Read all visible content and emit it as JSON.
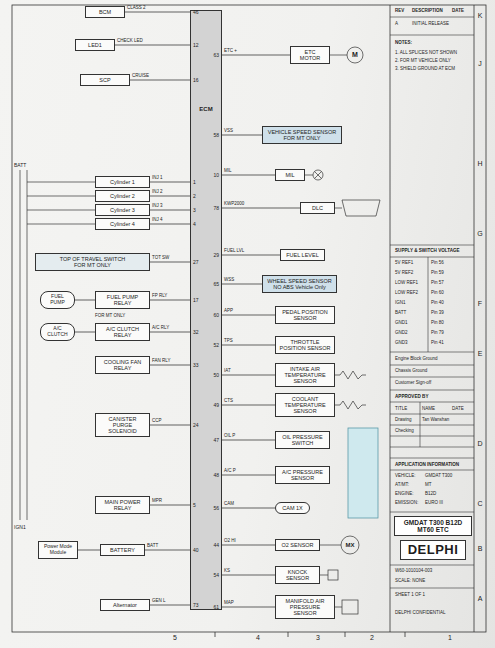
{
  "diagram": {
    "nodes": [
      {
        "text": [
          "ECM"
        ]
      },
      {
        "text": [
          "BCM"
        ]
      },
      {
        "text": [
          "LED1"
        ]
      },
      {
        "text": [
          "SCP"
        ]
      },
      {
        "text": [
          "Cylinder 1"
        ]
      },
      {
        "text": [
          "Cylinder 2"
        ]
      },
      {
        "text": [
          "Cylinder 3"
        ]
      },
      {
        "text": [
          "Cylinder 4"
        ]
      },
      {
        "text": [
          "TOP OF TRAVEL SWITCH",
          "FOR MT ONLY"
        ]
      },
      {
        "text": [
          "FUEL PUMP RELAY"
        ]
      },
      {
        "text": [
          "FUEL PUMP"
        ]
      },
      {
        "text": [
          "A/C CLUTCH RELAY"
        ]
      },
      {
        "text": [
          "A/C CLUTCH"
        ]
      },
      {
        "text": [
          "COOLING FAN RELAY"
        ]
      },
      {
        "text": [
          "CANISTER PURGE SOLENOID"
        ]
      },
      {
        "text": [
          "MAIN POWER RELAY"
        ]
      },
      {
        "text": [
          "Power Mode Module"
        ]
      },
      {
        "text": [
          "BATTERY"
        ]
      },
      {
        "text": [
          "Alternator"
        ]
      },
      {
        "text": [
          "ETC MOTOR"
        ]
      },
      {
        "text": [
          "VEHICLE SPEED SENSOR",
          "FOR MT ONLY"
        ]
      },
      {
        "text": [
          "MIL"
        ]
      },
      {
        "text": [
          "DLC"
        ]
      },
      {
        "text": [
          "FUEL LEVEL"
        ]
      },
      {
        "text": [
          "WHEEL SPEED SENSOR",
          "NO ABS Vehicle Only"
        ]
      },
      {
        "text": [
          "PEDAL POSITION SENSOR"
        ]
      },
      {
        "text": [
          "THROTTLE POSITION SENSOR"
        ]
      },
      {
        "text": [
          "INTAKE AIR TEMPERATURE SENSOR"
        ]
      },
      {
        "text": [
          "COOLANT TEMPERATURE SENSOR"
        ]
      },
      {
        "text": [
          "OIL PRESSURE SWITCH"
        ]
      },
      {
        "text": [
          "A/C PRESSURE SENSOR"
        ]
      },
      {
        "text": [
          "CAM 1X"
        ]
      },
      {
        "text": [
          "O2 SENSOR"
        ]
      },
      {
        "text": [
          "KNOCK SENSOR"
        ]
      },
      {
        "text": [
          "MANIFOLD AIR PRESSURE SENSOR"
        ]
      },
      {
        "text": [
          "GMDAT T300 B12D MT60 ETC"
        ]
      },
      {
        "text": [
          "DELPHI"
        ]
      }
    ],
    "edges": [
      {
        "from": 1,
        "to": 0,
        "label": "CLASS 2",
        "arrow": "none"
      },
      {
        "from": 2,
        "to": 0,
        "label": "CHECK LED",
        "arrow": "none"
      },
      {
        "from": 3,
        "to": 0,
        "label": "CRUISE",
        "arrow": "none"
      },
      {
        "from": 4,
        "to": 0,
        "label": "INJ 1",
        "arrow": "none"
      },
      {
        "from": 5,
        "to": 0,
        "label": "INJ 2",
        "arrow": "none"
      },
      {
        "from": 6,
        "to": 0,
        "label": "INJ 3",
        "arrow": "none"
      },
      {
        "from": 7,
        "to": 0,
        "label": "INJ 4",
        "arrow": "none"
      },
      {
        "from": 8,
        "to": 0,
        "label": "TOT SW",
        "arrow": "none"
      },
      {
        "from": 9,
        "to": 0,
        "label": "FP RLY",
        "arrow": "none"
      },
      {
        "from": 10,
        "to": 9,
        "arrow": "none"
      },
      {
        "from": 11,
        "to": 0,
        "label": "A/C RLY",
        "arrow": "none"
      },
      {
        "from": 12,
        "to": 11,
        "arrow": "none"
      },
      {
        "from": 13,
        "to": 0,
        "label": "FAN RLY",
        "arrow": "none"
      },
      {
        "from": 14,
        "to": 0,
        "label": "CCP",
        "arrow": "none"
      },
      {
        "from": 15,
        "to": 0,
        "label": "MPR",
        "arrow": "none"
      },
      {
        "from": 16,
        "to": 17,
        "arrow": "none"
      },
      {
        "from": 17,
        "to": 0,
        "label": "BATT",
        "arrow": "none"
      },
      {
        "from": 18,
        "to": 0,
        "label": "GEN L",
        "arrow": "none"
      },
      {
        "from": 19,
        "to": 0,
        "label": "ETC +",
        "arrow": "none"
      },
      {
        "from": 20,
        "to": 0,
        "label": "VSS",
        "arrow": "none"
      },
      {
        "from": 21,
        "to": 0,
        "label": "MIL",
        "arrow": "none"
      },
      {
        "from": 22,
        "to": 0,
        "label": "KWP2000",
        "arrow": "none"
      },
      {
        "from": 23,
        "to": 0,
        "label": "FUEL LVL",
        "arrow": "none"
      },
      {
        "from": 24,
        "to": 0,
        "label": "WSS",
        "arrow": "none"
      },
      {
        "from": 25,
        "to": 0,
        "label": "APP",
        "arrow": "none"
      },
      {
        "from": 26,
        "to": 0,
        "label": "TPS",
        "arrow": "none"
      },
      {
        "from": 27,
        "to": 0,
        "label": "IAT",
        "arrow": "none"
      },
      {
        "from": 28,
        "to": 0,
        "label": "CTS",
        "arrow": "none"
      },
      {
        "from": 29,
        "to": 0,
        "label": "OIL P",
        "arrow": "none"
      },
      {
        "from": 30,
        "to": 0,
        "label": "A/C P",
        "arrow": "none"
      },
      {
        "from": 31,
        "to": 0,
        "label": "CAM",
        "arrow": "none"
      },
      {
        "from": 32,
        "to": 0,
        "label": "O2 HI",
        "arrow": "none"
      },
      {
        "from": 33,
        "to": 0,
        "label": "KS",
        "arrow": "none"
      },
      {
        "from": 34,
        "to": 0,
        "label": "MAP",
        "arrow": "none"
      }
    ],
    "labels": [
      "46",
      "12",
      "16",
      "1",
      "2",
      "3",
      "4",
      "27",
      "17",
      "32",
      "33",
      "24",
      "5",
      "40",
      "73",
      "63",
      "58",
      "10",
      "78",
      "29",
      "65",
      "60",
      "52",
      "50",
      "49",
      "47",
      "48",
      "56",
      "44",
      "54",
      "61",
      "FOR MT ONLY",
      "BATT",
      "IGN1",
      "M",
      "MX",
      "K",
      "J",
      "H",
      "G",
      "F",
      "E",
      "D",
      "C",
      "B",
      "A",
      "5",
      "4",
      "3",
      "2",
      "1",
      "REV",
      "DESCRIPTION",
      "DATE",
      "A",
      "INITIAL RELEASE",
      "NOTES:",
      "1. ALL SPLICES NOT SHOWN",
      "2. FOR MT VEHICLE ONLY",
      "3. SHIELD GROUND AT ECM",
      "SUPPLY & SWITCH VOLTAGE",
      "5V REF1",
      "Pin 56",
      "5V REF2",
      "Pin 59",
      "LOW REF1",
      "Pin 57",
      "LOW REF2",
      "Pin 60",
      "IGN1",
      "Pin 40",
      "BATT",
      "Pin 39",
      "GND1",
      "Pin 80",
      "GND2",
      "Pin 79",
      "GND3",
      "Pin 41",
      "Engine Block Ground",
      "Chassis Ground",
      "Customer Sign-off",
      "APPROVED BY",
      "TITLE",
      "NAME",
      "DATE",
      "Drawing",
      "Tan Wanshan",
      "Checking",
      "APPLICATION INFORMATION",
      "VEHICLE:",
      "GMDAT T300",
      "AT/MT:",
      "MT",
      "ENGINE:",
      "B12D",
      "EMISSION:",
      "EURO III",
      "W60-1010104-003",
      "SCALE: NONE",
      "SHEET 1 OF 1",
      "DELPHI CONFIDENTIAL"
    ]
  }
}
